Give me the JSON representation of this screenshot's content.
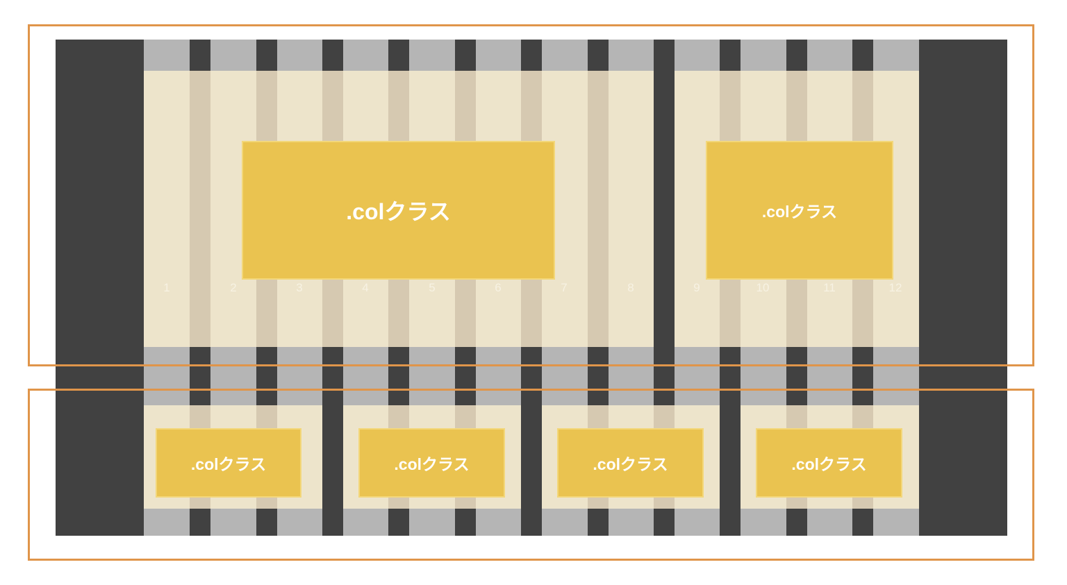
{
  "columns": {
    "numbers": [
      "1",
      "2",
      "3",
      "4",
      "5",
      "6",
      "7",
      "8",
      "9",
      "10",
      "11",
      "12"
    ]
  },
  "row1": {
    "cols": [
      {
        "label": ".colクラス"
      },
      {
        "label": ".colクラス"
      }
    ]
  },
  "row2": {
    "cols": [
      {
        "label": ".colクラス"
      },
      {
        "label": ".colクラス"
      },
      {
        "label": ".colクラス"
      },
      {
        "label": ".colクラス"
      }
    ]
  },
  "colors": {
    "outline": "#e0954a",
    "dark": "#414141",
    "padding": "#b5b5b5",
    "column_bg": "#ede4cb",
    "gutter": "#d6c9b1",
    "col_class": "#eac350"
  }
}
